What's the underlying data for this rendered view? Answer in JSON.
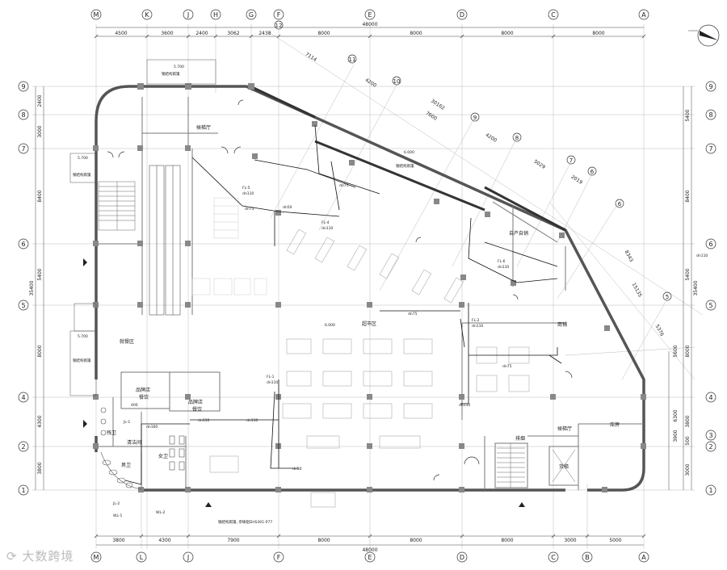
{
  "axes": {
    "top_letters": [
      "M",
      "K",
      "J",
      "H",
      "G",
      "F",
      "E",
      "D",
      "C",
      "A"
    ],
    "bottom_letters": [
      "M",
      "L",
      "J",
      "F",
      "E",
      "D",
      "C",
      "B",
      "A"
    ],
    "left_numbers": [
      "9",
      "8",
      "7",
      "6",
      "5",
      "4",
      "2",
      "1"
    ],
    "right_numbers": [
      "9",
      "8",
      "7",
      "6",
      "5",
      "4",
      "3",
      "2",
      "1"
    ],
    "diag_numbers": [
      "12",
      "11",
      "10",
      "9",
      "8",
      "7",
      "6",
      "6",
      "5"
    ]
  },
  "dims": {
    "top_spans": [
      "4500",
      "3600",
      "2400",
      "3062",
      "2438",
      "8000",
      "8000",
      "8000",
      "8000"
    ],
    "top_total": "48000",
    "bottom_spans": [
      "3800",
      "4300",
      "7900",
      "8000",
      "8000",
      "8000",
      "3000",
      "5000"
    ],
    "bottom_total": "48000",
    "left_spans": [
      "2400",
      "3000",
      "8400",
      "5400",
      "8000",
      "4300",
      "3800"
    ],
    "left_total": "35400",
    "right_spans": [
      "5400",
      "8400",
      "5400",
      "8000",
      "3800",
      "500",
      "3000"
    ],
    "right_total": "35400",
    "right_extra": [
      "6300",
      "3900",
      "5600"
    ],
    "diag_top": [
      "7114",
      "4200",
      "30162",
      "7600",
      "4200",
      "5029",
      "2019"
    ],
    "diag_right": [
      "8343",
      "15135",
      "5376"
    ]
  },
  "labels": {
    "supermarket": "超市区",
    "dining": "就餐区",
    "brand_a": "品牌店",
    "brand_a2": "餐饮",
    "brand_b": "品牌店",
    "brand_b2": "餐饮",
    "self_sale": "自产自销",
    "shop": "商铺",
    "storage": "库房",
    "freight": "货梯",
    "lift_hall": "候梯厅",
    "lift_hall2": "候梯厅",
    "elev_top": "5.700",
    "elev_left1": "5.700",
    "elev_left2": "5.700",
    "elev_center": "6.000",
    "elev_diag": "6.000",
    "canopy_top": "钢结构雨篷",
    "canopy_left1": "钢结构雨篷",
    "canopy_left2": "钢结构雨篷",
    "canopy_diag": "钢结构雨篷",
    "wc_m": "男卫",
    "wc_f": "女卫",
    "disabled": "残卫",
    "clean": "清洁间",
    "shaft": "排烟",
    "pipe_note_bottom": "钢结构雨篷, 参铸铝DHS301-P77"
  },
  "pipes": {
    "fl5": "FL-5",
    "fl4": "FL-4",
    "fl6": "FL-6",
    "fl2": "FL-2",
    "fl1": "FL-1",
    "jl1": "JL-1",
    "jl2": "JL-2",
    "wl1": "WL-1",
    "wl2": "WL-2",
    "dn110": "dn110",
    "dn75": "dn75",
    "dn50": "dn50",
    "dn160": "dn160",
    "d400": "400"
  },
  "watermark": "大数跨境"
}
